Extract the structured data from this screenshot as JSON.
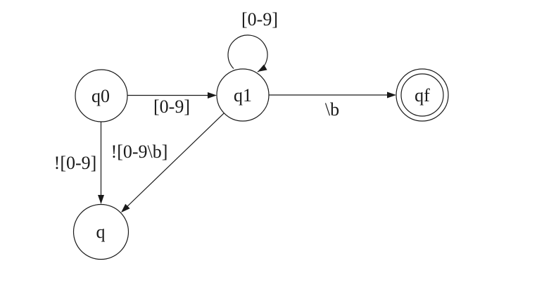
{
  "diagram": {
    "type": "finite-state-automaton",
    "background_color": "#ffffff",
    "line_color": "#1a1a1a",
    "text_color": "#1a1a1a",
    "states": [
      {
        "id": "q0",
        "label": "q0",
        "accepting": false
      },
      {
        "id": "q1",
        "label": "q1",
        "accepting": false
      },
      {
        "id": "qf",
        "label": "qf",
        "accepting": true
      },
      {
        "id": "q",
        "label": "q",
        "accepting": false
      }
    ],
    "transitions": [
      {
        "from": "q1",
        "to": "q1",
        "label": "[0-9]",
        "self_loop": true
      },
      {
        "from": "q0",
        "to": "q1",
        "label": "[0-9]",
        "self_loop": false
      },
      {
        "from": "q1",
        "to": "qf",
        "label": "\\b",
        "self_loop": false
      },
      {
        "from": "q0",
        "to": "q",
        "label": "![0-9]",
        "self_loop": false
      },
      {
        "from": "q1",
        "to": "q",
        "label": "![0-9\\b]",
        "self_loop": false
      }
    ]
  }
}
